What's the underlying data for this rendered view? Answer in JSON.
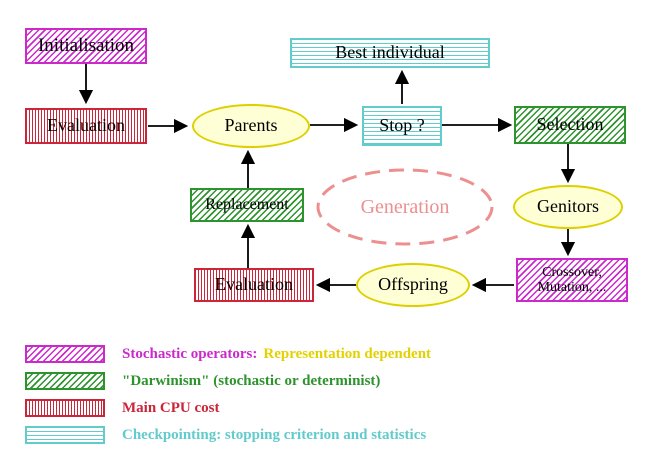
{
  "nodes": {
    "initialisation": "Initialisation",
    "evaluation_top": "Evaluation",
    "parents": "Parents",
    "best_individual": "Best individual",
    "stop": "Stop ?",
    "selection": "Selection",
    "genitors": "Genitors",
    "crossover_line1": "Crossover,",
    "crossover_line2": "Mutation, ...",
    "offspring": "Offspring",
    "evaluation_bottom": "Evaluation",
    "replacement": "Replacement",
    "generation": "Generation"
  },
  "legend": [
    {
      "pattern": "magenta-diagonal-hatch",
      "label": "Stochastic operators:",
      "label_suffix": "Representation dependent"
    },
    {
      "pattern": "green-diagonal-hatch",
      "label": "\"Darwinism\" (stochastic or determinist)"
    },
    {
      "pattern": "red-vertical-stripes",
      "label": "Main CPU cost"
    },
    {
      "pattern": "cyan-horizontal-stripes",
      "label": "Checkpointing: stopping criterion and statistics"
    }
  ],
  "colors": {
    "magenta": "#cc29cc",
    "green": "#2d932d",
    "red": "#cc2439",
    "cyan": "#62cbcb",
    "yellow_border": "#ddd000",
    "yellow_fill": "#ffffd6",
    "yellow_text": "#e3d200",
    "pink_dashed": "#ec8f8f",
    "arrow": "#000000"
  }
}
